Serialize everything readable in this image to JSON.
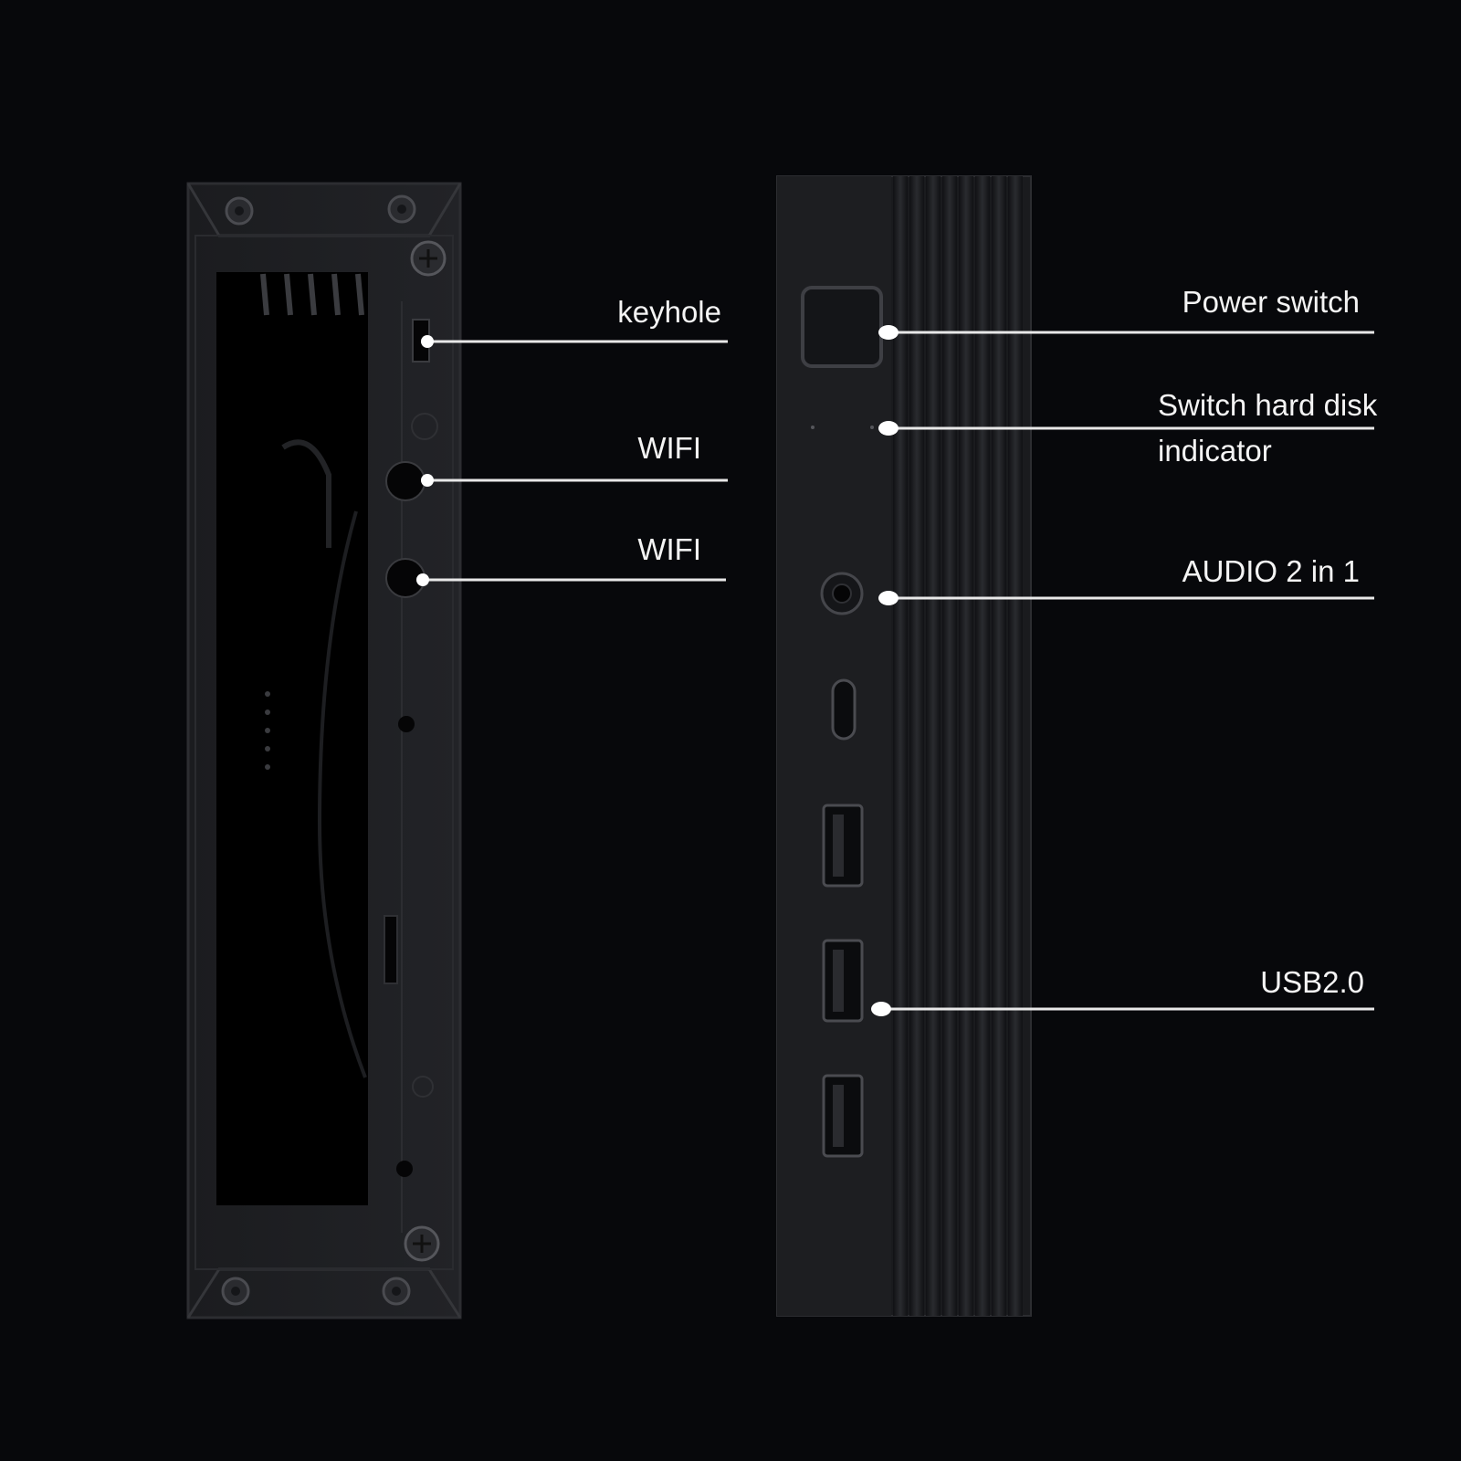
{
  "callouts": {
    "keyhole": "keyhole",
    "wifi_1": "WIFI",
    "wifi_2": "WIFI",
    "power_switch": "Power switch",
    "hdd_indicator_line1": "Switch hard disk",
    "hdd_indicator_line2": "indicator",
    "audio": "AUDIO 2 in 1",
    "usb": "USB2.0"
  },
  "colors": {
    "background": "#07080b",
    "chassis": "#17181b",
    "callout_line": "#e8e8e8"
  },
  "icons": [
    "screw-icon",
    "keyhole-icon",
    "antenna-hole-icon",
    "power-button-icon",
    "audio-jack-icon",
    "usb-c-port-icon",
    "usb-a-port-icon"
  ]
}
